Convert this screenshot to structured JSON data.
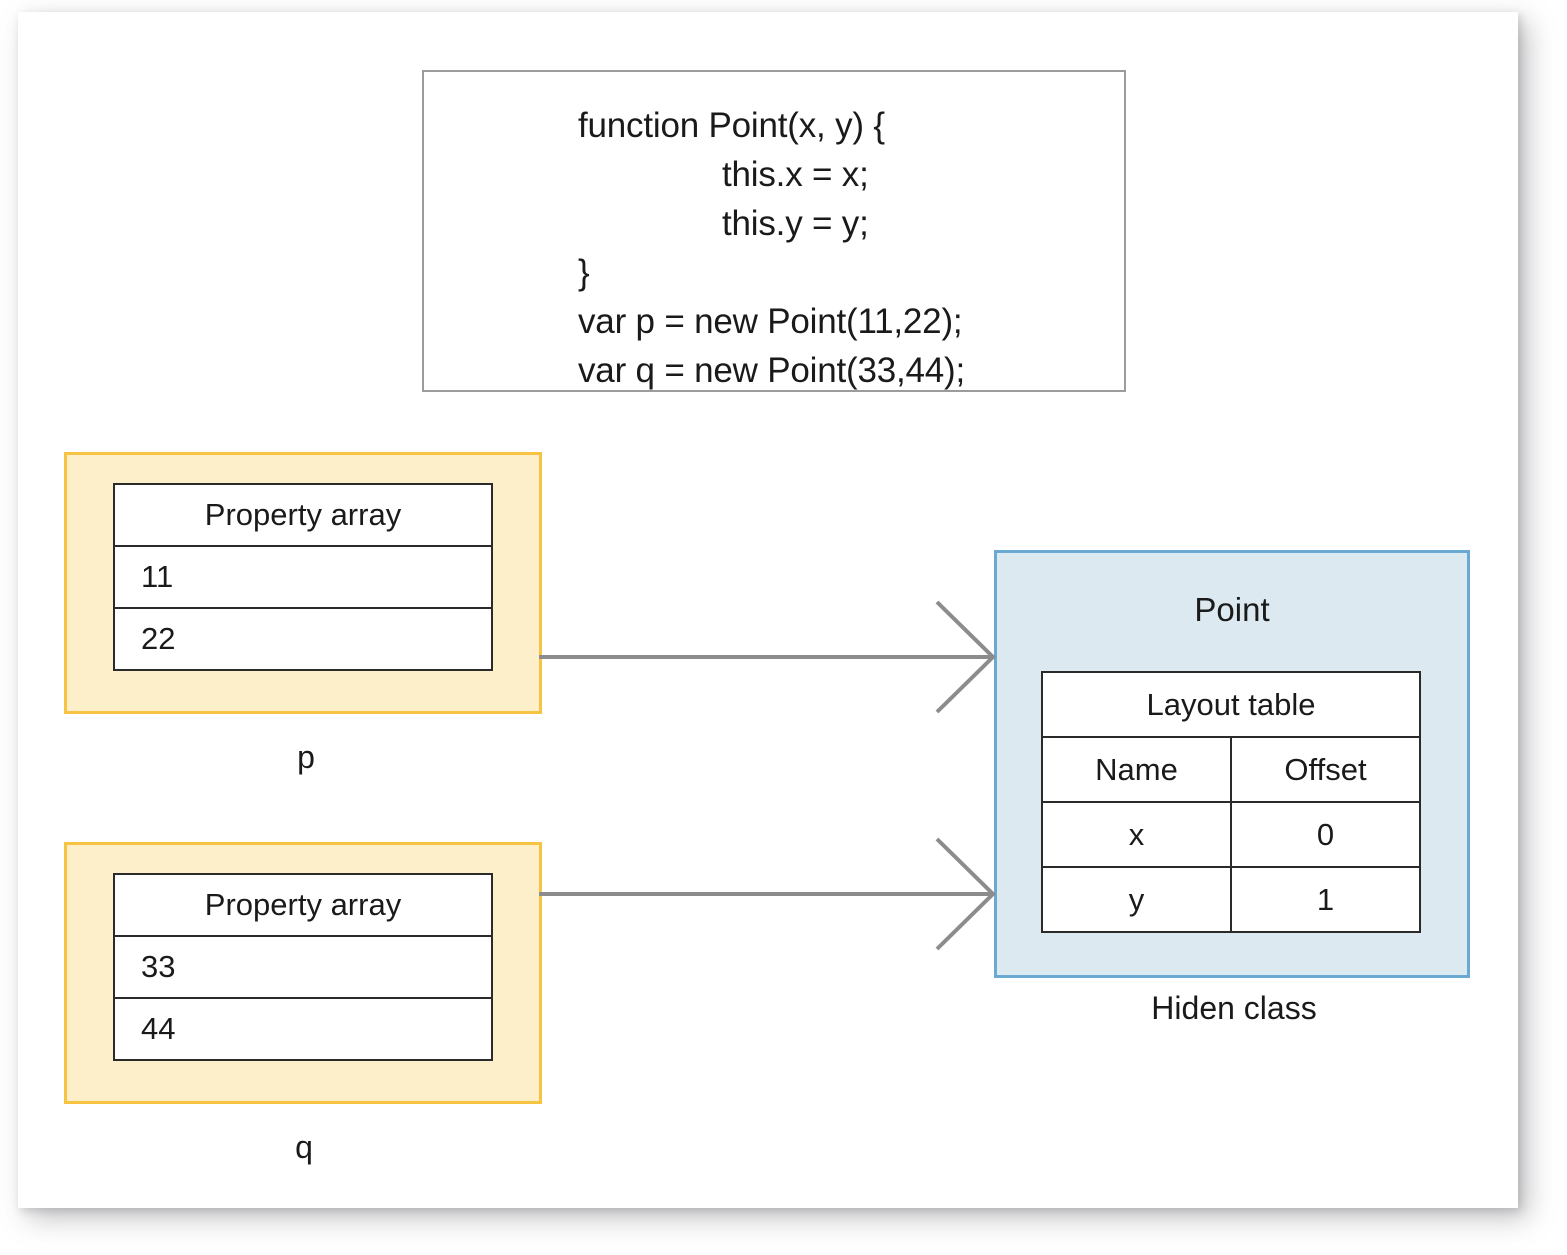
{
  "diagram": {
    "title": "V8 hidden class / property array diagram",
    "colors": {
      "object_box_border": "#f7c342",
      "object_box_fill": "#fcefc9",
      "hidden_class_border": "#6aa9d4",
      "hidden_class_fill": "#dce9f1",
      "code_box_border": "#9c9c9c",
      "table_border": "#2a2a2a",
      "arrow": "#8c8c8c",
      "text": "#1a1a1a"
    }
  },
  "code_block": {
    "lines": [
      {
        "text": "function Point(x, y) {",
        "indent": 0
      },
      {
        "text": "this.x = x;",
        "indent": 1
      },
      {
        "text": "this.y = y;",
        "indent": 1
      },
      {
        "text": "}",
        "indent": 0
      },
      {
        "text": "var p = new Point(11,22);",
        "indent": 0
      },
      {
        "text": "var q = new Point(33,44);",
        "indent": 0
      }
    ]
  },
  "objects": [
    {
      "caption": "p",
      "table_header": "Property array",
      "values": [
        "11",
        "22"
      ]
    },
    {
      "caption": "q",
      "table_header": "Property array",
      "values": [
        "33",
        "44"
      ]
    }
  ],
  "hidden_class": {
    "title": "Point",
    "caption": "Hiden class",
    "layout_table": {
      "header": "Layout table",
      "columns": [
        "Name",
        "Offset"
      ],
      "rows": [
        {
          "name": "x",
          "offset": "0"
        },
        {
          "name": "y",
          "offset": "1"
        }
      ]
    }
  },
  "connectors": [
    {
      "from": "p",
      "to": "hidden-class",
      "style": "open-arrow"
    },
    {
      "from": "q",
      "to": "hidden-class",
      "style": "open-arrow"
    }
  ]
}
